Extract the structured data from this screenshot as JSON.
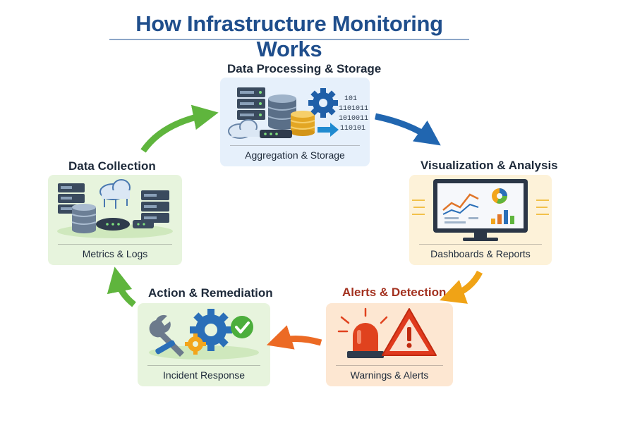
{
  "title": "How Infrastructure Monitoring Works",
  "stages": [
    {
      "name": "Data Processing & Storage",
      "caption": "Aggregation & Storage",
      "color": "#1e2a3a",
      "binary": [
        "101",
        "1101011",
        "1010011",
        "110101"
      ]
    },
    {
      "name": "Visualization & Analysis",
      "caption": "Dashboards & Reports",
      "color": "#1e2a3a"
    },
    {
      "name": "Alerts & Detection",
      "caption": "Warnings & Alerts",
      "color": "#a3311f"
    },
    {
      "name": "Action & Remediation",
      "caption": "Incident Response",
      "color": "#1e2a3a"
    },
    {
      "name": "Data Collection",
      "caption": "Metrics & Logs",
      "color": "#1e2a3a"
    }
  ],
  "colors": {
    "title": "#1f4e8c",
    "arrow_green": "#5fb53d",
    "arrow_blue": "#2166b0",
    "arrow_amber": "#f0a316",
    "arrow_orange": "#ec6a24",
    "card_blue": "#e6f0fb",
    "card_yellow": "#fdf2d9",
    "card_orange": "#fde7d2",
    "card_green": "#e7f4dd"
  },
  "icons": [
    "server-icon",
    "database-icon",
    "gear-icon",
    "cloud-icon",
    "monitor-icon",
    "chart-icon",
    "siren-icon",
    "warning-icon",
    "wrench-icon",
    "checkmark-icon",
    "router-icon"
  ]
}
